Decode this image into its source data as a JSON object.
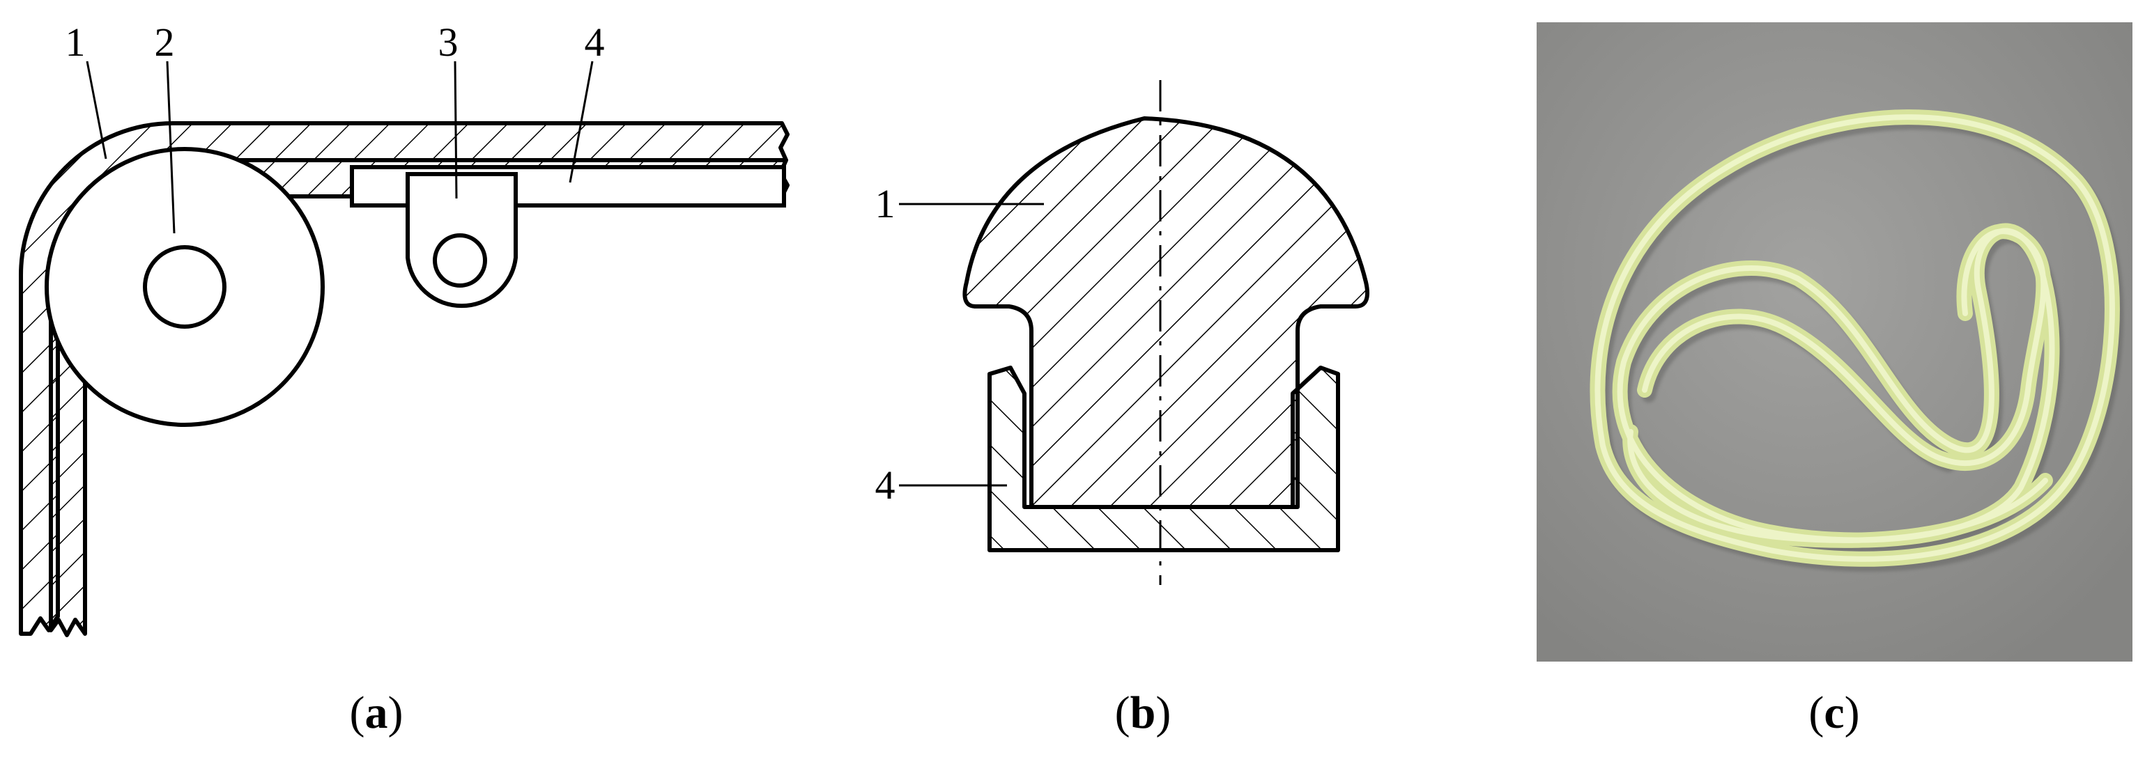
{
  "panel_a": {
    "labels": [
      "1",
      "2",
      "3",
      "4"
    ],
    "caption": {
      "open": "(",
      "letter": "a",
      "close": ")"
    }
  },
  "panel_b": {
    "labels": [
      "1",
      "4"
    ],
    "caption": {
      "open": "(",
      "letter": "b",
      "close": ")"
    }
  },
  "panel_c": {
    "image": "photo of a pale yellow-green looped cord on a grey surface",
    "caption": {
      "open": "(",
      "letter": "c",
      "close": ")"
    }
  },
  "colors": {
    "line": "#000000",
    "background": "#ffffff",
    "photo_background": "#8f8f8d",
    "cord": "#e4efb2"
  }
}
